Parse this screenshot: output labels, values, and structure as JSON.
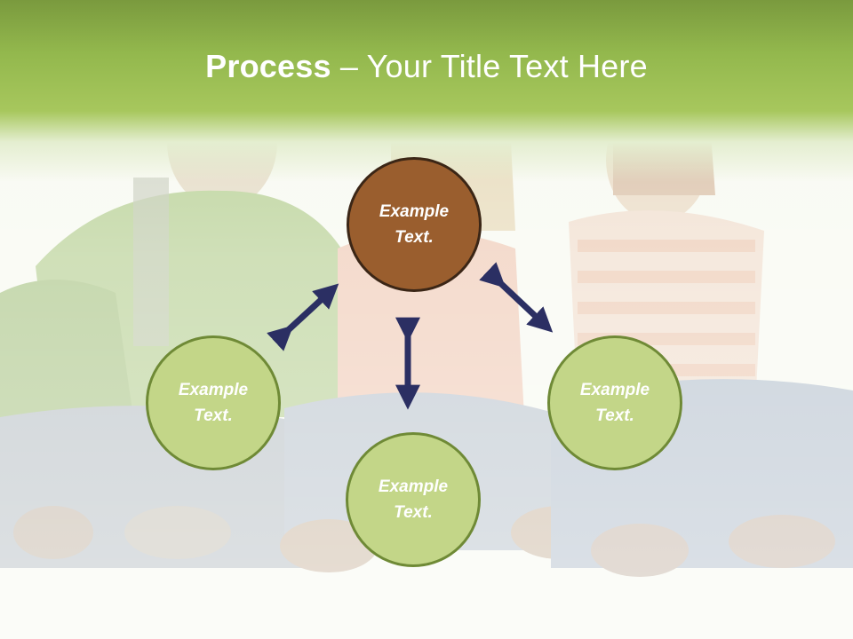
{
  "slide": {
    "title_bold": "Process",
    "title_rest": " – Your Title Text Here"
  },
  "nodes": {
    "top": {
      "label": "Example\nText.",
      "color": "#9a5e2e"
    },
    "left": {
      "label": "Example\nText.",
      "color": "#c3d688"
    },
    "right": {
      "label": "Example\nText.",
      "color": "#c3d688"
    },
    "bottom": {
      "label": "Example\nText.",
      "color": "#c3d688"
    }
  },
  "colors": {
    "header_green": "#93b84d",
    "arrow_navy": "#2b2f63",
    "node_outline": "#6f8a36"
  },
  "icons": [
    "double-arrow-icon"
  ]
}
